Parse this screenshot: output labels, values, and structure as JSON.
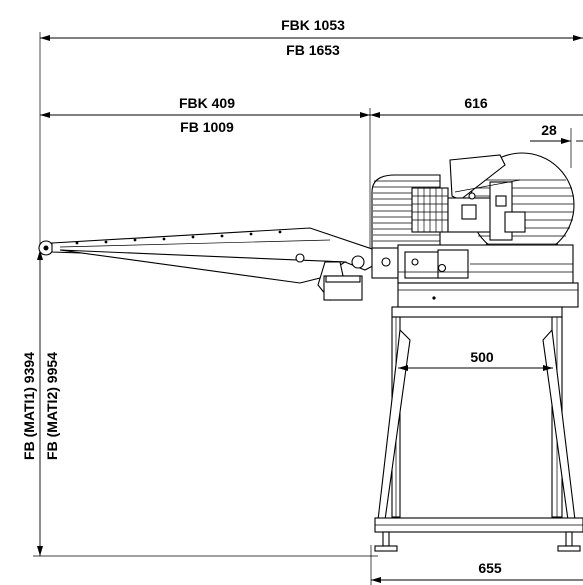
{
  "dimensions": {
    "total_width_fbk": "FBK 1053",
    "total_width_fb": "FB 1653",
    "conveyor_fbk": "FBK 409",
    "conveyor_fb": "FB 1009",
    "slicer_width": "616",
    "blade_offset": "28",
    "stand_width": "500",
    "base_width": "655",
    "height_mat1": "FB (MATI1) 9394",
    "height_mat2": "FB (MATI2) 9954"
  }
}
